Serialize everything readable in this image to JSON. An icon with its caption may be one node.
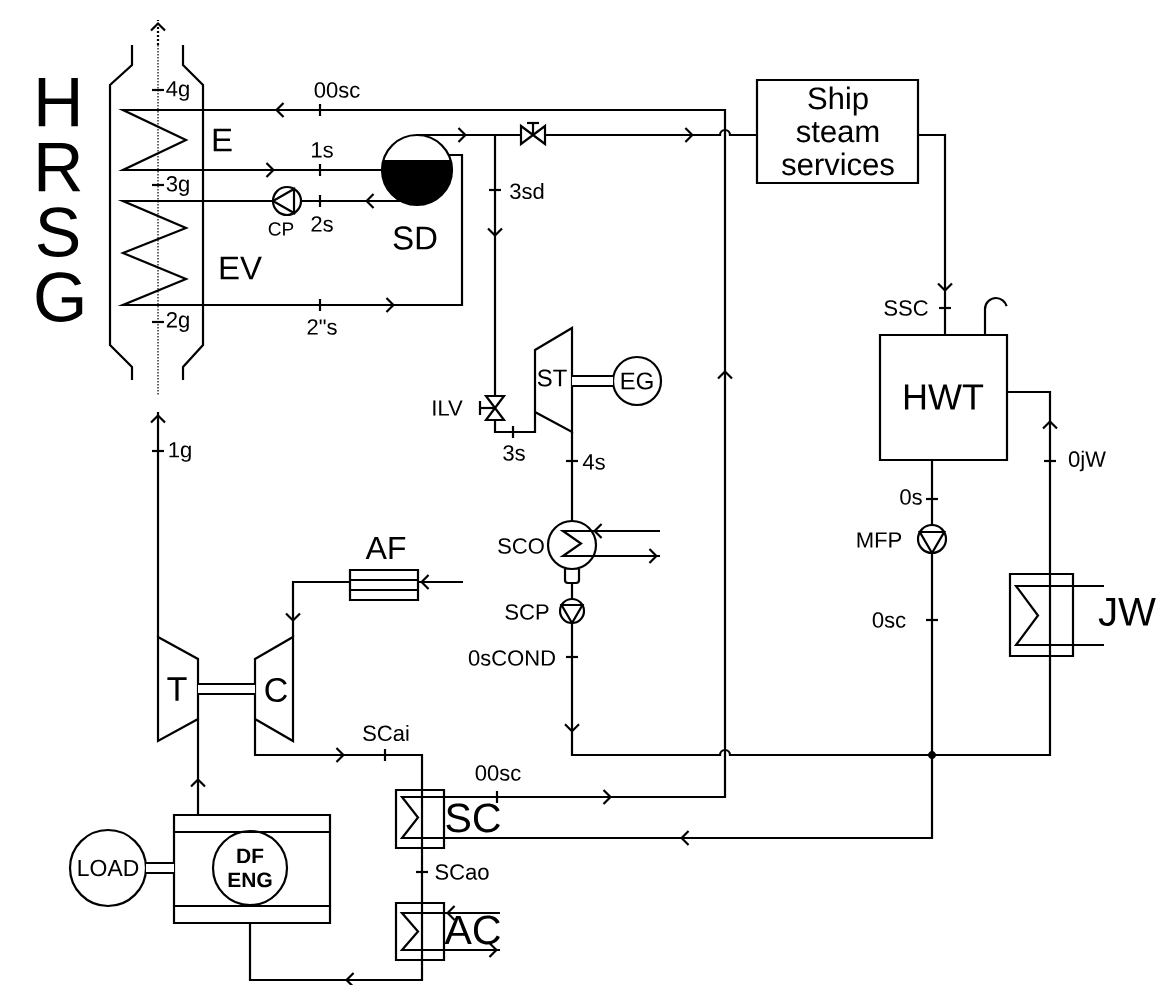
{
  "diagram": {
    "nodes": [
      {
        "text": [
          "H R S G"
        ]
      },
      {
        "text": [
          "SD"
        ]
      },
      {
        "text": [
          "CP"
        ]
      },
      {
        "text": [],
        "shape": "valve"
      },
      {
        "text": [
          "Ship steam services"
        ]
      },
      {
        "text": [
          "ILV"
        ]
      },
      {
        "text": [
          "ST"
        ]
      },
      {
        "text": [
          "EG"
        ]
      },
      {
        "text": [
          "SCO"
        ]
      },
      {
        "text": [
          "SCP"
        ]
      },
      {
        "text": [
          "HWT"
        ]
      },
      {
        "text": [
          "MFP"
        ]
      },
      {
        "text": [
          "JW"
        ]
      },
      {
        "text": [
          "AF"
        ]
      },
      {
        "text": [
          "T"
        ]
      },
      {
        "text": [
          "C"
        ]
      },
      {
        "text": [
          "DF ENG"
        ]
      },
      {
        "text": [
          "LOAD"
        ]
      },
      {
        "text": [
          "SC"
        ]
      },
      {
        "text": [
          "AC"
        ]
      }
    ],
    "edges": [
      {
        "from": 18,
        "to": 0,
        "arrow": "to",
        "label": "00sc"
      },
      {
        "from": 0,
        "to": 1,
        "arrow": "to",
        "label": "1s"
      },
      {
        "from": 1,
        "to": 2,
        "arrow": "to",
        "label": "2s"
      },
      {
        "from": 2,
        "to": 0,
        "arrow": "none"
      },
      {
        "from": 0,
        "to": 1,
        "arrow": "to",
        "label": "2\"s"
      },
      {
        "from": 1,
        "to": 3,
        "arrow": "to"
      },
      {
        "from": 1,
        "to": 5,
        "arrow": "to",
        "label": "3sd"
      },
      {
        "from": 3,
        "to": 4,
        "arrow": "to"
      },
      {
        "from": 5,
        "to": 6,
        "arrow": "none",
        "label": "3s"
      },
      {
        "from": 6,
        "to": 7,
        "arrow": "none",
        "style": "thick"
      },
      {
        "from": 6,
        "to": 8,
        "arrow": "none",
        "label": "4s"
      },
      {
        "from": 8,
        "to": 9,
        "arrow": "none"
      },
      {
        "from": 9,
        "to": 12,
        "arrow": "to",
        "label": "0sCOND"
      },
      {
        "from": 12,
        "to": 10,
        "arrow": "to",
        "label": "0jW"
      },
      {
        "from": 4,
        "to": 10,
        "arrow": "to",
        "label": "SSC"
      },
      {
        "from": 10,
        "to": 11,
        "arrow": "none",
        "label": "0s"
      },
      {
        "from": 11,
        "to": 18,
        "arrow": "to",
        "label": "0sc"
      },
      {
        "from": null,
        "to": 13,
        "arrow": "to"
      },
      {
        "from": 13,
        "to": 15,
        "arrow": "to"
      },
      {
        "from": 15,
        "to": 18,
        "arrow": "to",
        "label": "SCai"
      },
      {
        "from": 18,
        "to": 19,
        "arrow": "none",
        "label": "SCao"
      },
      {
        "from": 19,
        "to": 16,
        "arrow": "to"
      },
      {
        "from": 16,
        "to": 14,
        "arrow": "to"
      },
      {
        "from": 14,
        "to": 0,
        "arrow": "to",
        "label": "1g"
      },
      {
        "from": 14,
        "to": 15,
        "arrow": "none",
        "style": "thick"
      },
      {
        "from": 17,
        "to": 16,
        "arrow": "none",
        "style": "thick"
      },
      {
        "from": null,
        "to": 8,
        "arrow": "to"
      },
      {
        "from": 8,
        "to": null,
        "arrow": "to"
      },
      {
        "from": null,
        "to": 19,
        "arrow": "to"
      },
      {
        "from": 19,
        "to": null,
        "arrow": "to"
      },
      {
        "from": 0,
        "to": null,
        "arrow": "to",
        "style": "dashed"
      }
    ],
    "labels": [
      "E",
      "EV",
      "4g",
      "3g",
      "2g",
      "00sc"
    ]
  }
}
